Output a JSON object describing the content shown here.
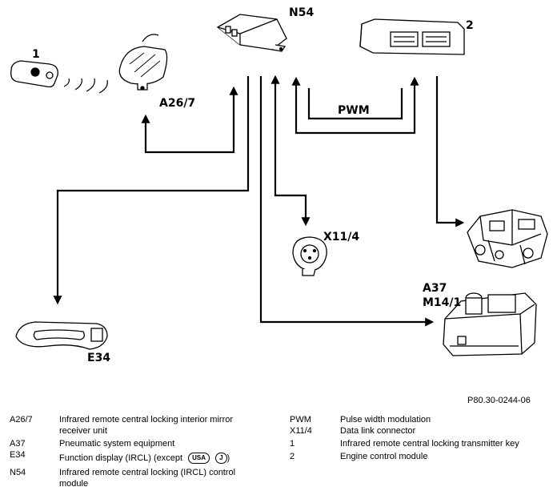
{
  "labels": {
    "n54": "N54",
    "ecm": "2",
    "key": "1",
    "a26_7": "A26/7",
    "pwm": "PWM",
    "x11_4": "X11/4",
    "a37": "A37",
    "m14_1": "M14/1",
    "e34": "E34"
  },
  "reference": "P80.30-0244-06",
  "legend_left": [
    {
      "code": "A26/7",
      "text": "Infrared remote central locking interior mirror",
      "text2": "receiver unit"
    },
    {
      "code": "A37",
      "text": "Pneumatic system equipment",
      "text2": ""
    },
    {
      "code": "E34",
      "text": "Function display (IRCL) (except",
      "text2": ""
    },
    {
      "code": "N54",
      "text": "Infrared remote central locking (IRCL) control",
      "text2": "module"
    }
  ],
  "badges": [
    "USA",
    "J"
  ],
  "badge_close": ")",
  "legend_right": [
    {
      "code": "PWM",
      "text": "Pulse width modulation"
    },
    {
      "code": "X11/4",
      "text": "Data link connector"
    },
    {
      "code": "1",
      "text": "Infrared remote central locking transmitter key"
    },
    {
      "code": "2",
      "text": "Engine control module"
    }
  ]
}
